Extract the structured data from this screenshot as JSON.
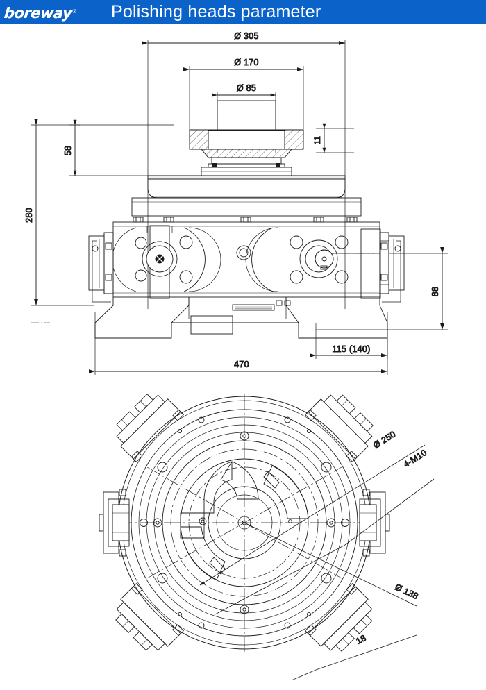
{
  "header": {
    "logo_text": "boreway",
    "logo_trademark": "®",
    "title": "Polishing heads parameter",
    "background_color": "#0b63c9",
    "text_color": "#ffffff"
  },
  "drawing": {
    "type": "technical-engineering-drawing",
    "line_color": "#1b1b1b",
    "background_color": "#ffffff",
    "views": [
      {
        "name": "front-elevation-view",
        "position": "top",
        "description": "Sectional front elevation of polishing head assembly"
      },
      {
        "name": "bottom-plan-view",
        "position": "bottom",
        "description": "Bottom plan view showing concentric bolt circles and four mounting brackets"
      }
    ]
  },
  "front_view_dimensions": [
    {
      "id": "dia-305",
      "label": "Ø 305",
      "orientation": "horizontal",
      "note": "overall top flange diameter"
    },
    {
      "id": "dia-170",
      "label": "Ø 170",
      "orientation": "horizontal",
      "note": "middle flange diameter"
    },
    {
      "id": "dia-85",
      "label": "Ø 85",
      "orientation": "horizontal",
      "note": "inner bore diameter"
    },
    {
      "id": "h-11",
      "label": "11",
      "orientation": "vertical",
      "note": "flange plate thickness"
    },
    {
      "id": "h-58",
      "label": "58",
      "orientation": "vertical",
      "note": "upper stack height"
    },
    {
      "id": "h-280",
      "label": "280",
      "orientation": "vertical",
      "note": "overall assembly height"
    },
    {
      "id": "h-88",
      "label": "88",
      "orientation": "vertical",
      "note": "lower body height"
    },
    {
      "id": "w-115-140",
      "label": "115 (140)",
      "orientation": "horizontal",
      "note": "side offset, alternate in brackets"
    },
    {
      "id": "w-470",
      "label": "470",
      "orientation": "horizontal",
      "note": "overall width across mounts"
    }
  ],
  "plan_view_dimensions": [
    {
      "id": "dia-250",
      "label": "Ø 250",
      "orientation": "diagonal",
      "note": "bolt circle diameter"
    },
    {
      "id": "thread-4-m10",
      "label": "4-M10",
      "orientation": "diagonal",
      "note": "four M10 tapped holes"
    },
    {
      "id": "dia-138",
      "label": "Ø 138",
      "orientation": "diagonal",
      "note": "inner bolt circle diameter"
    },
    {
      "id": "w-18",
      "label": "18",
      "orientation": "diagonal",
      "note": "bracket slot width"
    }
  ]
}
